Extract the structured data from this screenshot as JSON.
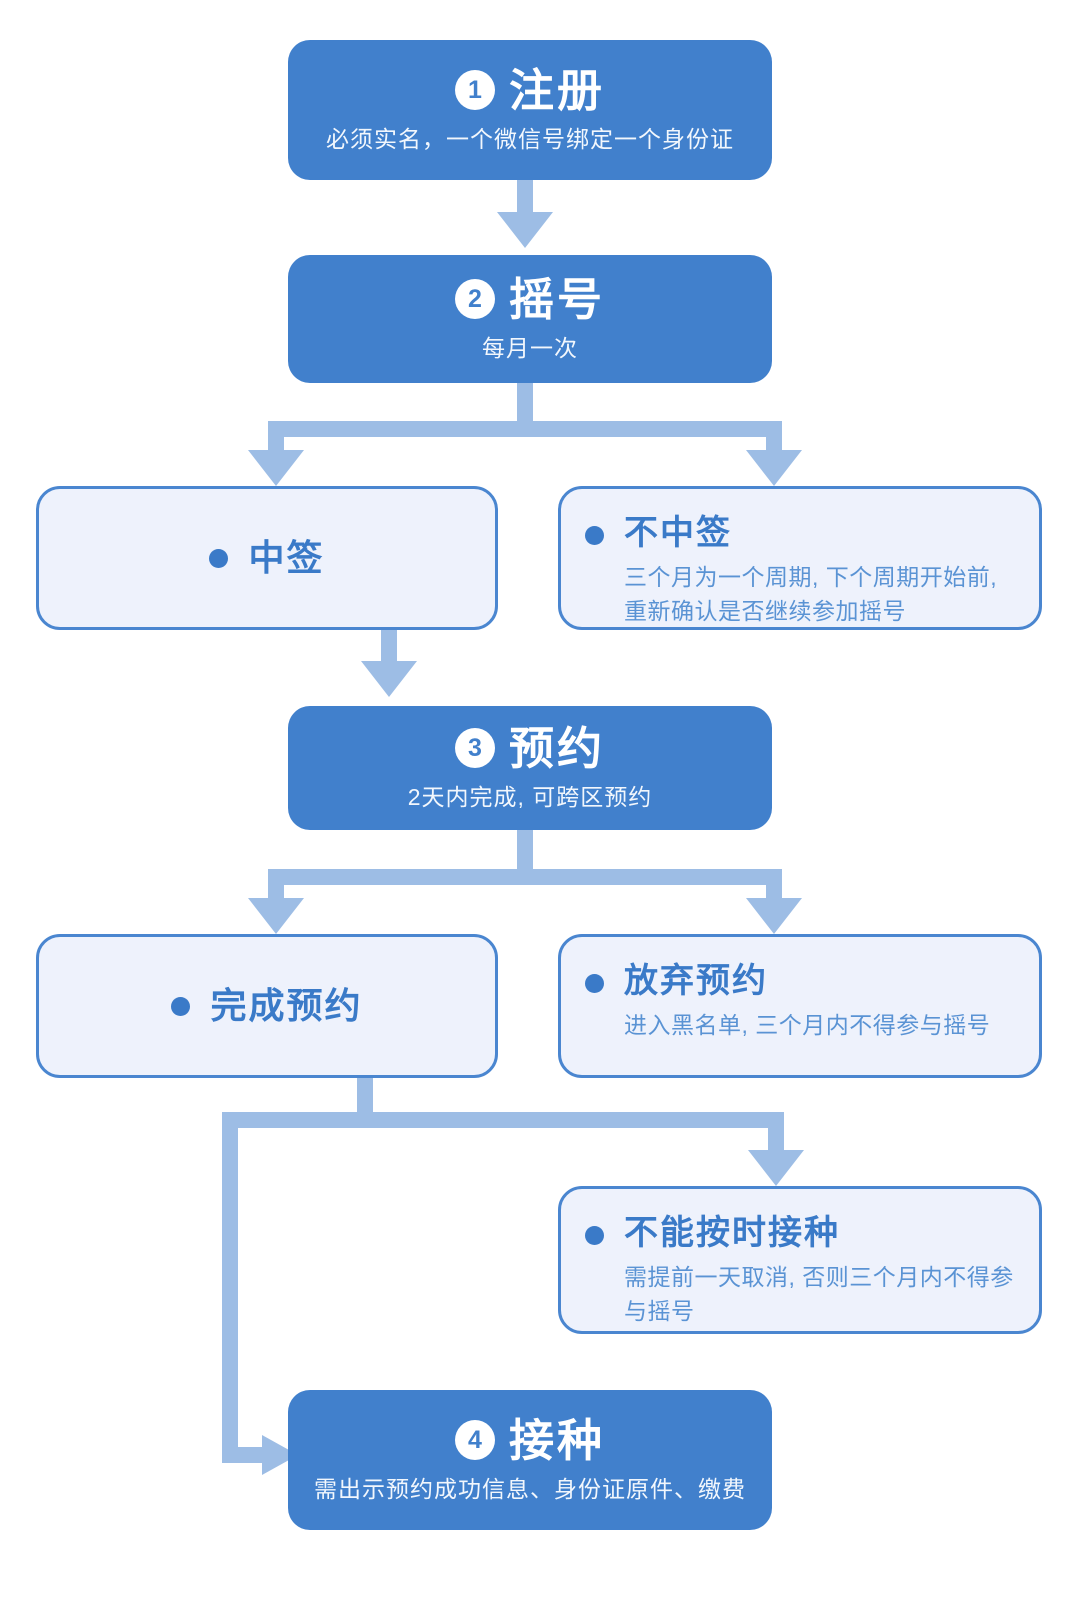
{
  "theme": {
    "primary_box": "#4180cc",
    "outcome_box_bg": "#eef2fc",
    "outcome_box_border": "#4a86d0",
    "arrow": "#9dbde5",
    "title_text": "#3a7ac8",
    "desc_text": "#5a93d4",
    "page_bg": "#ffffff"
  },
  "steps": [
    {
      "number": "1",
      "title": "注册",
      "subtitle": "必须实名，一个微信号绑定一个身份证"
    },
    {
      "number": "2",
      "title": "摇号",
      "subtitle": "每月一次"
    },
    {
      "number": "3",
      "title": "预约",
      "subtitle": "2天内完成, 可跨区预约"
    },
    {
      "number": "4",
      "title": "接种",
      "subtitle": "需出示预约成功信息、身份证原件、缴费"
    }
  ],
  "outcomes": [
    {
      "id": "win",
      "title": "中签",
      "desc": ""
    },
    {
      "id": "lose",
      "title": "不中签",
      "desc": "三个月为一个周期, 下个周期开始前, 重新确认是否继续参加摇号"
    },
    {
      "id": "booked",
      "title": "完成预约",
      "desc": ""
    },
    {
      "id": "abandon",
      "title": "放弃预约",
      "desc": "进入黑名单, 三个月内不得参与摇号"
    },
    {
      "id": "late",
      "title": "不能按时接种",
      "desc": "需提前一天取消, 否则三个月内不得参与摇号"
    }
  ]
}
